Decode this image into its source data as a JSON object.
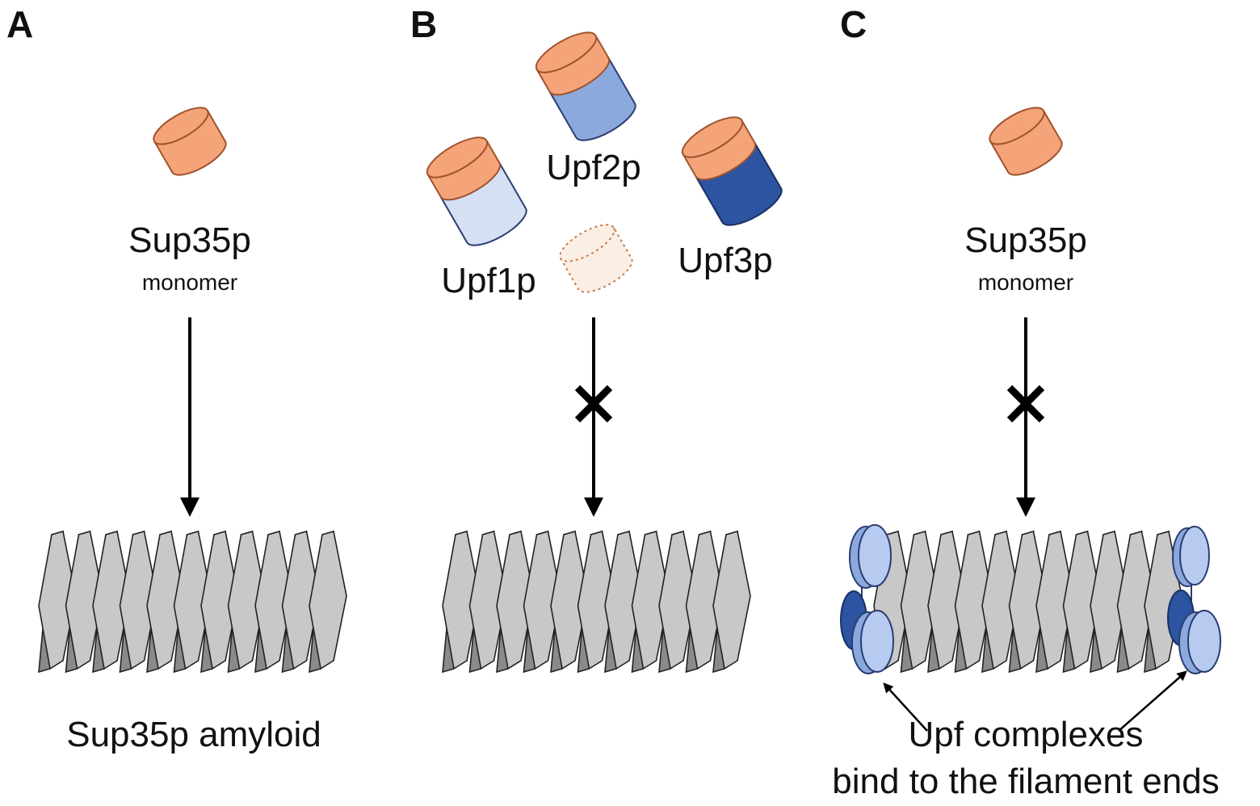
{
  "panels": {
    "a": {
      "letter": "A",
      "monomer_label": "Sup35p",
      "monomer_sublabel": "monomer",
      "bottom_label": "Sup35p amyloid"
    },
    "b": {
      "letter": "B",
      "upf1_label": "Upf1p",
      "upf2_label": "Upf2p",
      "upf3_label": "Upf3p"
    },
    "c": {
      "letter": "C",
      "monomer_label": "Sup35p",
      "monomer_sublabel": "monomer",
      "bottom_label_line1": "Upf complexes",
      "bottom_label_line2": "bind to the filament ends"
    }
  },
  "colors": {
    "sup35": "#f4a478",
    "sup35_stroke": "#a0522d",
    "upf1": "#d6e0f4",
    "upf2": "#8ca9dd",
    "upf3": "#2d54a0",
    "filament_face": "#c8c8c8",
    "filament_edge": "#8a8a8a"
  }
}
